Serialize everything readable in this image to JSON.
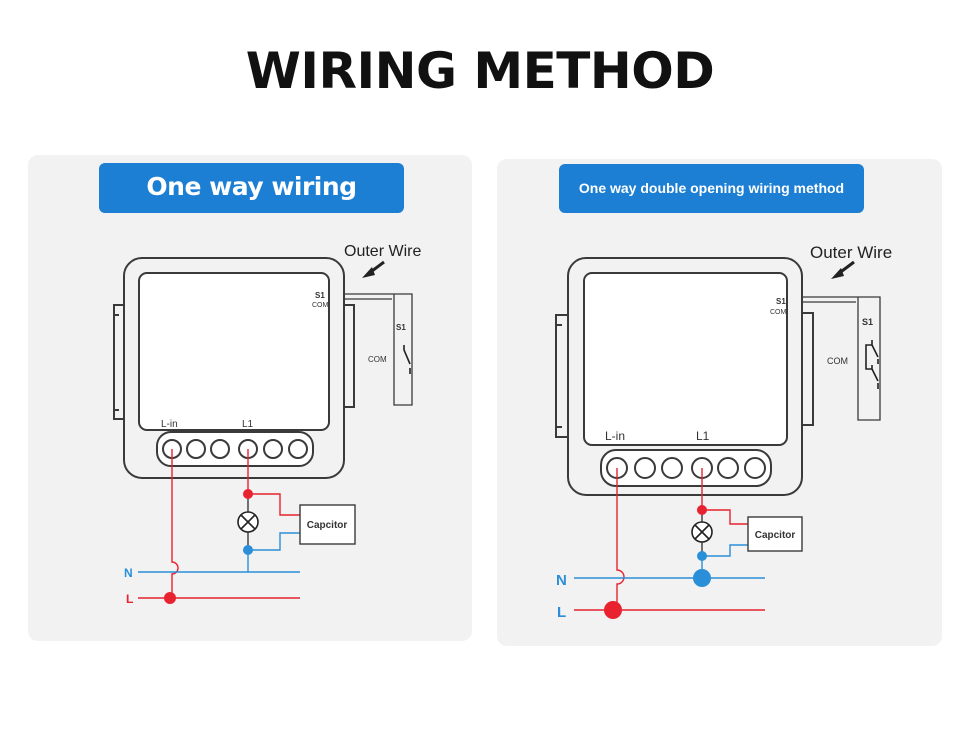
{
  "title": "WIRING METHOD",
  "panels": [
    {
      "heading": "One way wiring",
      "outer_wire": "Outer Wire",
      "terminals": {
        "s1": "S1",
        "com": "COM",
        "lin": "L-in",
        "l1": "L1"
      },
      "switch": {
        "s1": "S1",
        "com": "COM"
      },
      "capacitor": "Capcitor",
      "lines": {
        "n": "N",
        "l": "L"
      }
    },
    {
      "heading": "One way double opening wiring method",
      "outer_wire": "Outer Wire",
      "terminals": {
        "s1": "S1",
        "com": "COM",
        "lin": "L-in",
        "l1": "L1"
      },
      "switch": {
        "s1": "S1",
        "com": "COM"
      },
      "capacitor": "Capcitor",
      "lines": {
        "n": "N",
        "l": "L"
      }
    }
  ],
  "colors": {
    "accent": "#1c7fd3",
    "live": "#e8232f",
    "neutral": "#2a8fd8",
    "outline": "#3a3a3a"
  }
}
